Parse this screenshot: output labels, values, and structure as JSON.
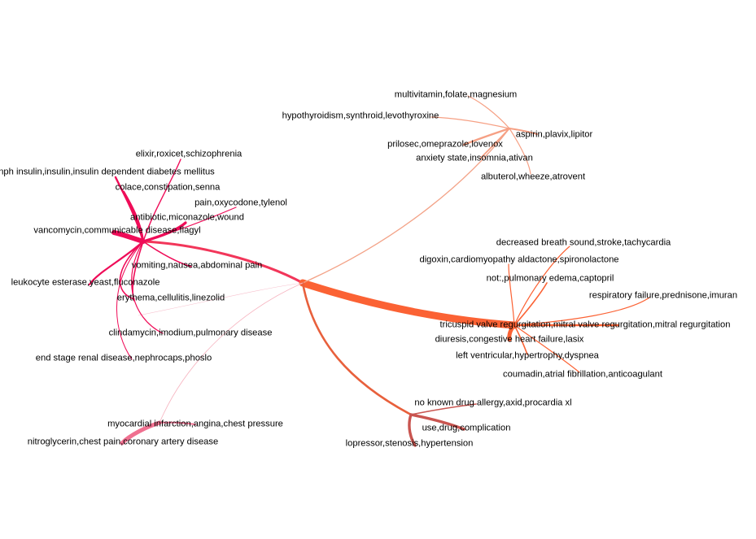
{
  "graph": {
    "colors": {
      "hub_center": "#f2365a",
      "hub_pink": "#ef0c58",
      "hub_orange": "#fb6234",
      "hub_top": "#f6a084",
      "hub_mi": "#f07090",
      "hub_use": "#c95550",
      "edge_center_orange": "#e8603c",
      "edge_center_top": "#f3a388"
    },
    "labels": [
      {
        "id": "multivitamin",
        "text": "multivitamin,folate,magnesium"
      },
      {
        "id": "hypothyroidism",
        "text": "hypothyroidism,synthroid,levothyroxine"
      },
      {
        "id": "aspirin",
        "text": "aspirin,plavix,lipitor"
      },
      {
        "id": "prilosec",
        "text": "prilosec,omeprazole,lovenox"
      },
      {
        "id": "anxiety",
        "text": "anxiety state,insomnia,ativan"
      },
      {
        "id": "albuterol",
        "text": "albuterol,wheeze,atrovent"
      },
      {
        "id": "elixir",
        "text": "elixir,roxicet,schizophrenia"
      },
      {
        "id": "insulin",
        "text": "nph insulin,insulin,insulin dependent diabetes mellitus"
      },
      {
        "id": "colace",
        "text": "colace,constipation,senna"
      },
      {
        "id": "pain",
        "text": "pain,oxycodone,tylenol"
      },
      {
        "id": "antibiotic",
        "text": "antibiotic,miconazole,wound"
      },
      {
        "id": "vancomycin",
        "text": "vancomycin,communicable disease,flagyl"
      },
      {
        "id": "vomiting",
        "text": "vomiting,nausea,abdominal pain"
      },
      {
        "id": "leukocyte",
        "text": "leukocyte esterase,yeast,fluconazole"
      },
      {
        "id": "erythema",
        "text": "erythema,cellulitis,linezolid"
      },
      {
        "id": "clindamycin",
        "text": "clindamycin,imodium,pulmonary disease"
      },
      {
        "id": "endstage",
        "text": "end stage renal disease,nephrocaps,phoslo"
      },
      {
        "id": "myocardial",
        "text": "myocardial infarction,angina,chest pressure"
      },
      {
        "id": "nitroglycerin",
        "text": "nitroglycerin,chest pain,coronary artery disease"
      },
      {
        "id": "decreased",
        "text": "decreased breath sound,stroke,tachycardia"
      },
      {
        "id": "digoxin",
        "text": "digoxin,cardiomyopathy aldactone,spironolactone"
      },
      {
        "id": "notpulm",
        "text": "not:,pulmonary edema,captopril"
      },
      {
        "id": "respiratory",
        "text": "respiratory failure,prednisone,imuran"
      },
      {
        "id": "tricuspid",
        "text": "tricuspid valve regurgitation,mitral valve regurgitation,mitral regurgitation"
      },
      {
        "id": "diuresis",
        "text": "diuresis,congestive heart failure,lasix"
      },
      {
        "id": "leftventricular",
        "text": "left ventricular,hypertrophy,dyspnea"
      },
      {
        "id": "coumadin",
        "text": "coumadin,atrial fibrillation,anticoagulant"
      },
      {
        "id": "nka",
        "text": "no known drug allergy,axid,procardia xl"
      },
      {
        "id": "usedrug",
        "text": "use,drug,complication"
      },
      {
        "id": "lopressor",
        "text": "lopressor,stenosis,hypertension"
      }
    ]
  }
}
